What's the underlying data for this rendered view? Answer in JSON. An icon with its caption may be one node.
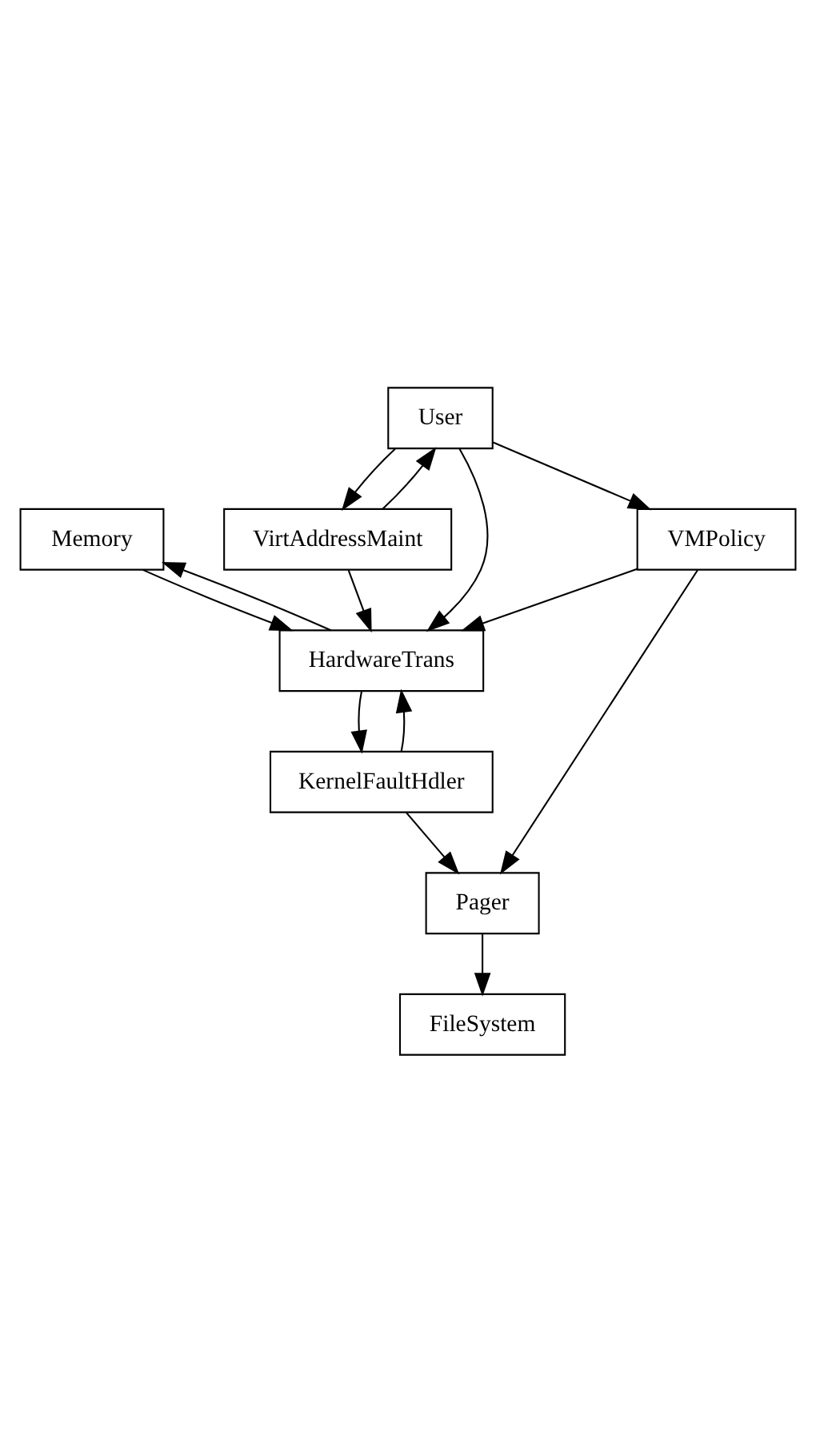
{
  "diagram": {
    "nodes": [
      {
        "text": [
          "Memory"
        ]
      },
      {
        "text": [
          "HardwareTrans"
        ]
      },
      {
        "text": [
          "KernelFaultHdler"
        ]
      },
      {
        "text": [
          "Pager"
        ]
      },
      {
        "text": [
          "FileSystem"
        ]
      },
      {
        "text": [
          "VirtAddressMaint"
        ]
      },
      {
        "text": [
          "User"
        ]
      },
      {
        "text": [
          "VMPolicy"
        ]
      }
    ],
    "edges": [
      {
        "from": 0,
        "to": 1,
        "arrow": "to"
      },
      {
        "from": 1,
        "to": 0,
        "arrow": "to"
      },
      {
        "from": 1,
        "to": 2,
        "arrow": "to"
      },
      {
        "from": 2,
        "to": 1,
        "arrow": "to"
      },
      {
        "from": 2,
        "to": 3,
        "arrow": "to"
      },
      {
        "from": 3,
        "to": 4,
        "arrow": "to"
      },
      {
        "from": 5,
        "to": 1,
        "arrow": "to"
      },
      {
        "from": 5,
        "to": 6,
        "arrow": "to"
      },
      {
        "from": 6,
        "to": 5,
        "arrow": "to"
      },
      {
        "from": 6,
        "to": 1,
        "arrow": "to"
      },
      {
        "from": 6,
        "to": 7,
        "arrow": "to"
      },
      {
        "from": 7,
        "to": 1,
        "arrow": "to"
      },
      {
        "from": 7,
        "to": 3,
        "arrow": "to"
      }
    ]
  }
}
